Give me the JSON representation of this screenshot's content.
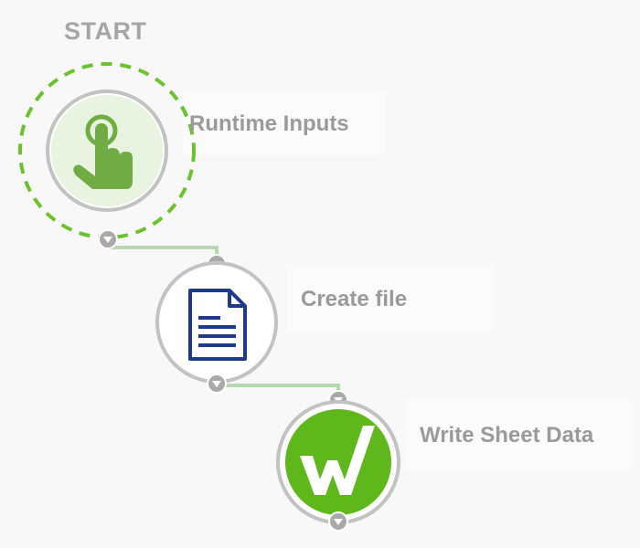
{
  "workflow": {
    "start_label": "START",
    "nodes": [
      {
        "label": "Runtime Inputs",
        "icon": "touch-hand-icon",
        "color": "#6fad44"
      },
      {
        "label": "Create file",
        "icon": "document-icon",
        "color": "#1f3a8a"
      },
      {
        "label": "Write Sheet Data",
        "icon": "w-logo-icon",
        "color": "#5fb81b"
      }
    ]
  },
  "colors": {
    "connector": "#b7d7b0",
    "ring": "#c2c2c2",
    "dashed_ring": "#6cc12e",
    "port": "#a9a9a9",
    "text": "#9a9a9a"
  }
}
